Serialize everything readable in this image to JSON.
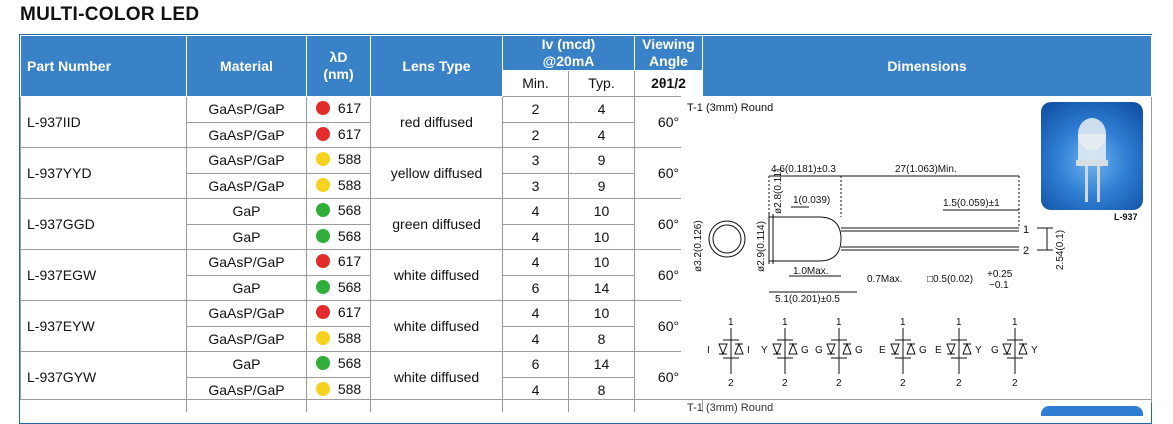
{
  "title": "MULTI-COLOR LED",
  "headers": {
    "part_number": "Part Number",
    "material": "Material",
    "lambda_d_1": "λD",
    "lambda_d_2": "(nm)",
    "lens_type": "Lens Type",
    "iv_1": "Iv (mcd)",
    "iv_2": "@20mA",
    "iv_min": "Min.",
    "iv_typ": "Typ.",
    "viewing_1": "Viewing",
    "viewing_2": "Angle",
    "viewing_sub": "2θ1/2",
    "dimensions": "Dimensions"
  },
  "colors": {
    "red": "#e32b2b",
    "yellow": "#f6d21f",
    "green": "#2fae3c",
    "header": "#3a82c8"
  },
  "rows": [
    {
      "part": "L-937IID",
      "lens": "red diffused",
      "angle": "60°",
      "sub": [
        {
          "material": "GaAsP/GaP",
          "color": "red",
          "nm": "617",
          "min": "2",
          "typ": "4"
        },
        {
          "material": "GaAsP/GaP",
          "color": "red",
          "nm": "617",
          "min": "2",
          "typ": "4"
        }
      ]
    },
    {
      "part": "L-937YYD",
      "lens": "yellow diffused",
      "angle": "60°",
      "sub": [
        {
          "material": "GaAsP/GaP",
          "color": "yellow",
          "nm": "588",
          "min": "3",
          "typ": "9"
        },
        {
          "material": "GaAsP/GaP",
          "color": "yellow",
          "nm": "588",
          "min": "3",
          "typ": "9"
        }
      ]
    },
    {
      "part": "L-937GGD",
      "lens": "green diffused",
      "angle": "60°",
      "sub": [
        {
          "material": "GaP",
          "color": "green",
          "nm": "568",
          "min": "4",
          "typ": "10"
        },
        {
          "material": "GaP",
          "color": "green",
          "nm": "568",
          "min": "4",
          "typ": "10"
        }
      ]
    },
    {
      "part": "L-937EGW",
      "lens": "white diffused",
      "angle": "60°",
      "sub": [
        {
          "material": "GaAsP/GaP",
          "color": "red",
          "nm": "617",
          "min": "4",
          "typ": "10"
        },
        {
          "material": "GaP",
          "color": "green",
          "nm": "568",
          "min": "6",
          "typ": "14"
        }
      ]
    },
    {
      "part": "L-937EYW",
      "lens": "white diffused",
      "angle": "60°",
      "sub": [
        {
          "material": "GaAsP/GaP",
          "color": "red",
          "nm": "617",
          "min": "4",
          "typ": "10"
        },
        {
          "material": "GaAsP/GaP",
          "color": "yellow",
          "nm": "588",
          "min": "4",
          "typ": "8"
        }
      ]
    },
    {
      "part": "L-937GYW",
      "lens": "white diffused",
      "angle": "60°",
      "sub": [
        {
          "material": "GaP",
          "color": "green",
          "nm": "568",
          "min": "6",
          "typ": "14"
        },
        {
          "material": "GaAsP/GaP",
          "color": "yellow",
          "nm": "588",
          "min": "4",
          "typ": "8"
        }
      ]
    }
  ],
  "drawing": {
    "package": "T-1 (3mm) Round",
    "photo_label": "L-937",
    "d_body_len": "4.6(0.181)±0.3",
    "d_lead_len": "27(1.063)Min.",
    "d_flange": "1(0.039)",
    "d_lead_1": "1.5(0.059)±1",
    "d_h1": "ø2.8(0.11)",
    "d_h2": "ø2.9(0.114)",
    "d_dia": "ø3.2(0.126)",
    "d_pitch": "2.54(0.1)",
    "d_max1": "1.0Max.",
    "d_max2": "0.7Max.",
    "d_sq": "□0.5(0.02)",
    "d_tol_up": "+0.25",
    "d_tol_dn": "−0.1",
    "d_total": "5.1(0.201)±0.5",
    "pin1": "1",
    "pin2": "2",
    "schem_1": [
      "I",
      "I",
      "Y",
      "G",
      "G"
    ],
    "schem_2": [
      "E",
      "G",
      "E",
      "Y",
      "G",
      "Y"
    ]
  },
  "next_package": "T-1 (3mm) Round"
}
